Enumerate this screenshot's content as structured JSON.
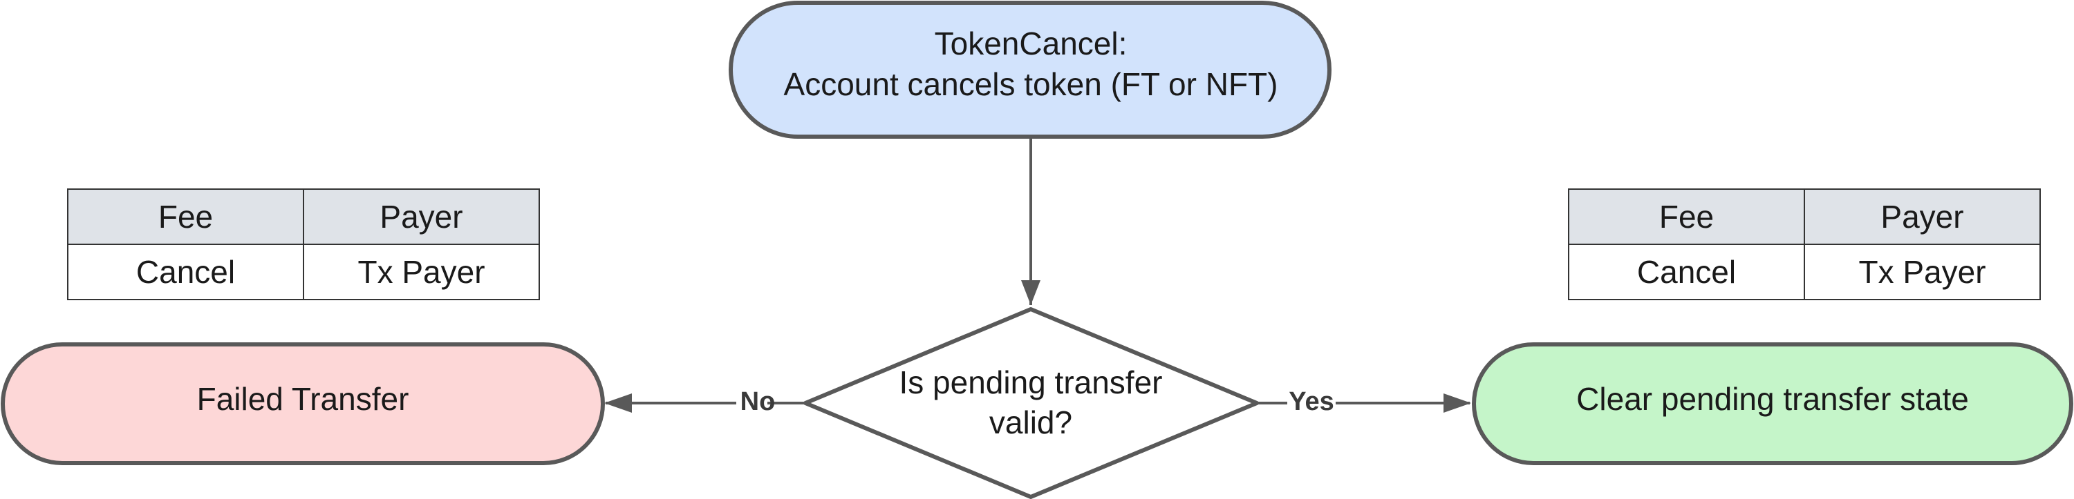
{
  "nodes": {
    "start": {
      "line1": "TokenCancel:",
      "line2": "Account cancels token (FT or NFT)",
      "fill": "#d2e3fc"
    },
    "decision": {
      "line1": "Is pending transfer",
      "line2": "valid?",
      "fill": "#ffffff"
    },
    "fail": {
      "label": "Failed Transfer",
      "fill": "#fdd7d7"
    },
    "success": {
      "label": "Clear pending transfer state",
      "fill": "#c5f5c9"
    }
  },
  "edges": {
    "no_label": "No",
    "yes_label": "Yes"
  },
  "fee_tables": {
    "left": {
      "headers": [
        "Fee",
        "Payer"
      ],
      "rows": [
        [
          "Cancel",
          "Tx Payer"
        ]
      ]
    },
    "right": {
      "headers": [
        "Fee",
        "Payer"
      ],
      "rows": [
        [
          "Cancel",
          "Tx Payer"
        ]
      ]
    }
  },
  "colors": {
    "stroke": "#595959",
    "table_header": "#dfe3e8"
  }
}
